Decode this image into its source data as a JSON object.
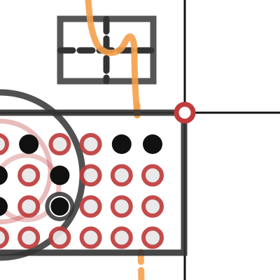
{
  "colors": {
    "background": "#ffffff",
    "ink": "#111111",
    "ink_muted": "#222222",
    "accent_red": "#c03c3c",
    "accent_red_light": "#e8e8e8",
    "accent_orange": "#f5a04a"
  },
  "icons": {
    "target_marker": "red-ring-icon",
    "filled_peg": "black-dot-icon",
    "hollow_peg": "red-ring-icon",
    "pattern_box": "waveform-box-icon"
  },
  "grid": {
    "rows": 4,
    "cols": 6,
    "cells": [
      [
        "ring",
        "dot",
        "ring",
        "ring",
        "dot",
        "dot"
      ],
      [
        "dot",
        "ring",
        "dot",
        "ring",
        "ring",
        "ring"
      ],
      [
        "dot",
        "ring",
        "dot-ring",
        "ring",
        "ring",
        "ring"
      ],
      [
        "ring",
        "ring",
        "ring",
        "ring",
        "ring",
        "ring"
      ]
    ]
  }
}
